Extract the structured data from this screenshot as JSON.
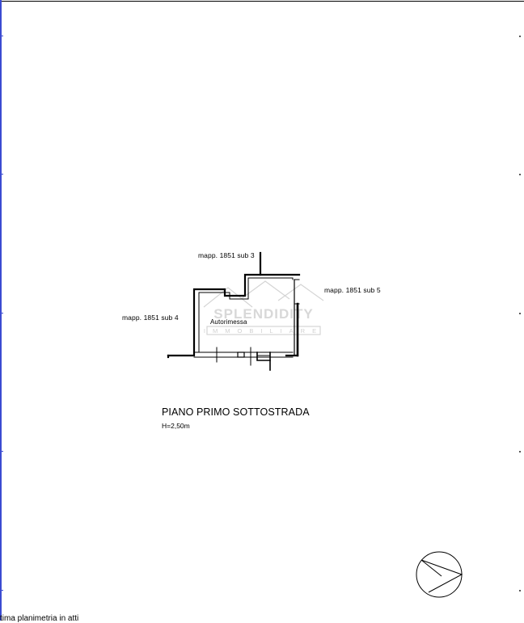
{
  "floorplan": {
    "labels": {
      "sub3": "mapp. 1851 sub 3",
      "sub5": "mapp. 1851 sub 5",
      "sub4": "mapp. 1851 sub 4",
      "room": "Autorimessa"
    },
    "title": "PIANO PRIMO SOTTOSTRADA",
    "height_note": "H=2,50m"
  },
  "watermark": {
    "brand": "SPLENDIDITY",
    "tagline": "IMMOBILIARE"
  },
  "footer": {
    "note": "tima planimetria in atti"
  },
  "colors": {
    "margin_rule": "#3b4bd1",
    "ink": "#000000",
    "watermark": "#cfcfcf"
  },
  "icons": {
    "north_arrow": "north-arrow-icon"
  }
}
